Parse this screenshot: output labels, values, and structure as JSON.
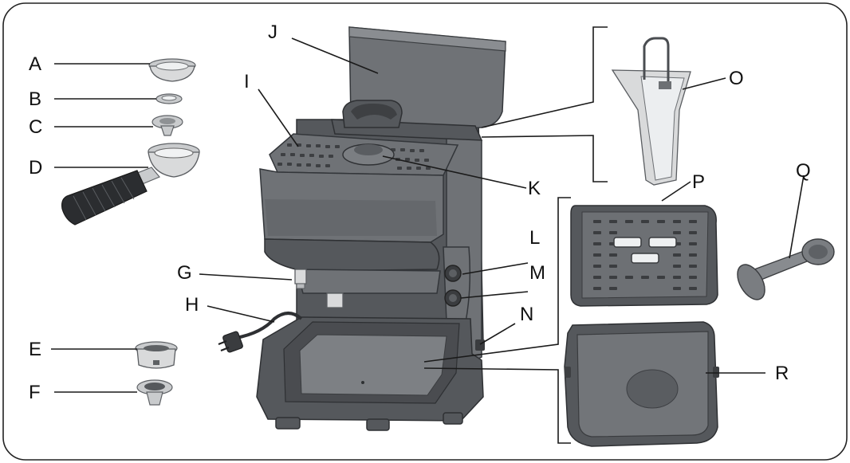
{
  "labels": {
    "A": "A",
    "B": "B",
    "C": "C",
    "D": "D",
    "E": "E",
    "F": "F",
    "G": "G",
    "H": "H",
    "I": "I",
    "J": "J",
    "K": "K",
    "L": "L",
    "M": "M",
    "N": "N",
    "O": "O",
    "P": "P",
    "Q": "Q",
    "R": "R"
  },
  "colors": {
    "body": "#55585c",
    "body_light": "#6f7276",
    "accessory": "#d9dadb",
    "frame": "#222222"
  }
}
